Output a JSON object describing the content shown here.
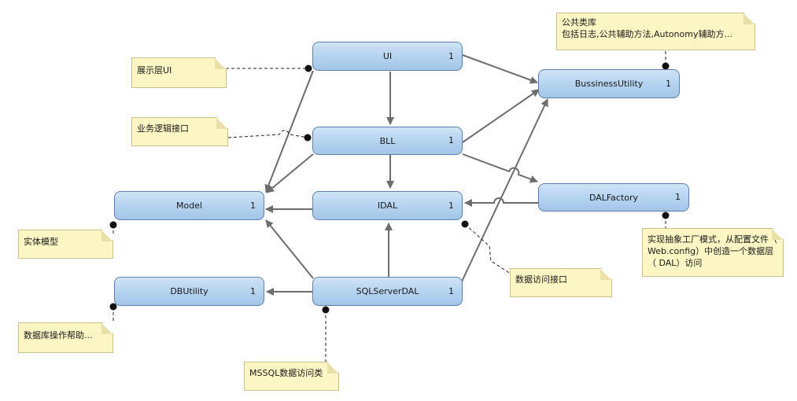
{
  "nodes": {
    "ui": {
      "label": "UI",
      "multiplicity": "1"
    },
    "bll": {
      "label": "BLL",
      "multiplicity": "1"
    },
    "idal": {
      "label": "IDAL",
      "multiplicity": "1"
    },
    "sqlserverdal": {
      "label": "SQLServerDAL",
      "multiplicity": "1"
    },
    "model": {
      "label": "Model",
      "multiplicity": "1"
    },
    "dbutility": {
      "label": "DBUtility",
      "multiplicity": "1"
    },
    "bussinessutility": {
      "label": "BussinessUtility",
      "multiplicity": "1"
    },
    "dalfactory": {
      "label": "DALFactory",
      "multiplicity": "1"
    }
  },
  "notes": {
    "ui": "展示层UI",
    "bll": "业务逻辑接口",
    "model": "实体模型",
    "dbutility": "数据库操作帮助...",
    "sqlserverdal": "MSSQL数据访问类",
    "idal": "数据访问接口",
    "bussinessutility": "公共类库\n包括日志,公共辅助方法,Autonomy辅助方...",
    "dalfactory": "实现抽象工厂模式，从配置文件（ Web.config）中创造一个数据层（ DAL）访问"
  },
  "colors": {
    "node_fill": "#b3d2ef",
    "node_border": "#5b82ad",
    "note_fill": "#fcf6c4",
    "arrow": "#6d6d6d"
  }
}
